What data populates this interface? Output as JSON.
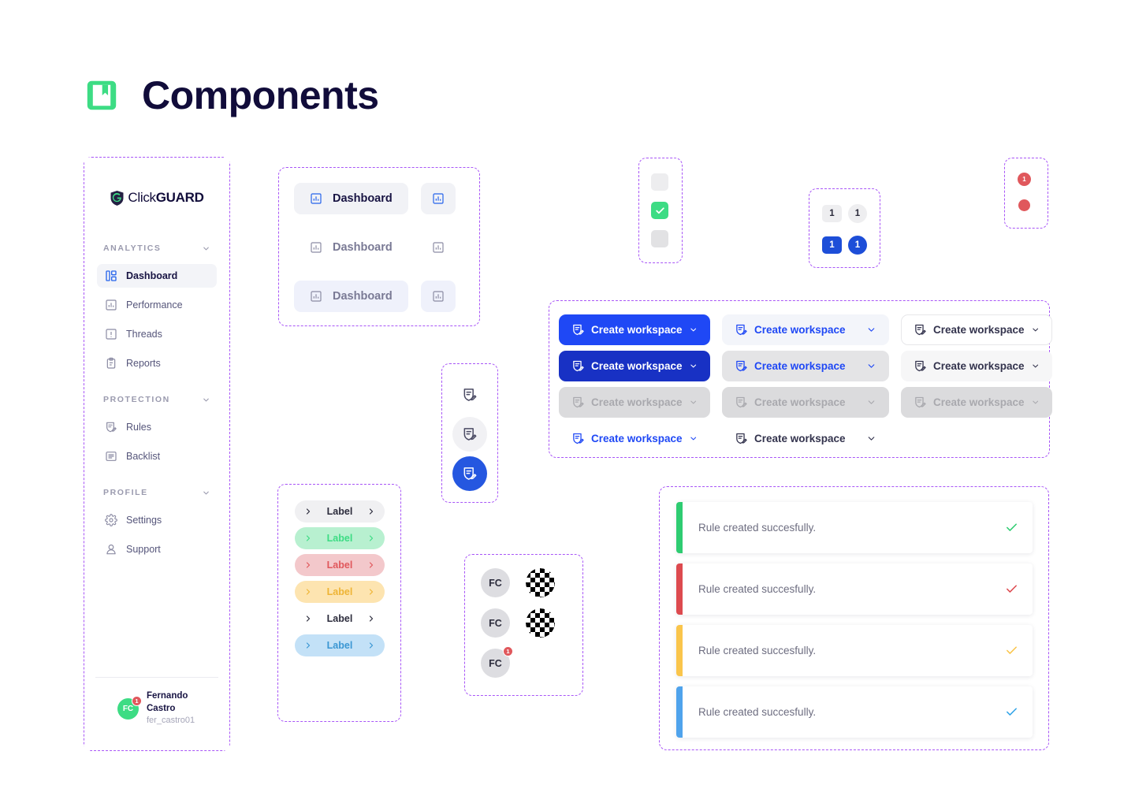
{
  "header": {
    "title": "Components",
    "icon": "book-icon",
    "icon_color": "#3ddc84"
  },
  "sidebar": {
    "brand": {
      "light": "Click",
      "bold": "GUARD",
      "icon": "shield-g-icon"
    },
    "sections": [
      {
        "label": "ANALYTICS",
        "items": [
          {
            "label": "Dashboard",
            "icon": "dashboard-icon",
            "active": true
          },
          {
            "label": "Performance",
            "icon": "bar-chart-icon",
            "active": false
          },
          {
            "label": "Threads",
            "icon": "alert-box-icon",
            "active": false
          },
          {
            "label": "Reports",
            "icon": "clipboard-icon",
            "active": false
          }
        ]
      },
      {
        "label": "PROTECTION",
        "items": [
          {
            "label": "Rules",
            "icon": "rule-edit-icon",
            "active": false
          },
          {
            "label": "Backlist",
            "icon": "list-box-icon",
            "active": false
          }
        ]
      },
      {
        "label": "PROFILE",
        "items": [
          {
            "label": "Settings",
            "icon": "gear-icon",
            "active": false
          },
          {
            "label": "Support",
            "icon": "lifebuoy-icon",
            "active": false
          }
        ]
      }
    ],
    "profile": {
      "initials": "FC",
      "name": "Fernando Castro",
      "handle": "fer_castro01",
      "badge_count": "1",
      "avatar_color": "#3ddc84",
      "badge_color": "#e0585c"
    }
  },
  "dashboard_buttons": {
    "icon": "bar-chart-icon",
    "rows": [
      {
        "label": "Dashboard",
        "style": "filled",
        "state": "primary"
      },
      {
        "label": "Dashboard",
        "style": "plain",
        "state": "muted"
      },
      {
        "label": "Dashboard",
        "style": "tinted",
        "state": "muted"
      }
    ]
  },
  "checkboxes": [
    {
      "checked": false,
      "color": "#ededef"
    },
    {
      "checked": true,
      "color": "#3ddc84"
    },
    {
      "checked": false,
      "color": "#e2e2e4"
    }
  ],
  "badges": [
    {
      "value": "1",
      "shape": "square",
      "tone": "grey"
    },
    {
      "value": "1",
      "shape": "circle",
      "tone": "grey"
    },
    {
      "value": "1",
      "shape": "square",
      "tone": "blue"
    },
    {
      "value": "1",
      "shape": "circle",
      "tone": "blue"
    }
  ],
  "notification_dots": [
    {
      "value": "1",
      "size": 17,
      "color": "#e0585c"
    },
    {
      "value": "",
      "size": 15,
      "color": "#e0585c"
    }
  ],
  "fabs": [
    {
      "icon": "rule-edit-icon",
      "style": "plain"
    },
    {
      "icon": "rule-edit-icon",
      "style": "grey"
    },
    {
      "icon": "rule-edit-icon",
      "style": "blue"
    }
  ],
  "workspace_buttons": {
    "label": "Create workspace",
    "icon": "rule-edit-icon",
    "chevron": "chevron-down-icon",
    "variants": [
      "ws-primary",
      "ws-ghost-blue",
      "ws-outline",
      "ws-primary-dark",
      "ws-ghost-blue-2",
      "ws-subtle",
      "ws-disabled",
      "ws-disabled",
      "ws-disabled",
      "ws-link-blue",
      "ws-link-dark"
    ]
  },
  "label_chips": [
    {
      "label": "Label",
      "tone": "grey"
    },
    {
      "label": "Label",
      "tone": "green"
    },
    {
      "label": "Label",
      "tone": "red"
    },
    {
      "label": "Label",
      "tone": "amber"
    },
    {
      "label": "Label",
      "tone": "plain"
    },
    {
      "label": "Label",
      "tone": "blue"
    }
  ],
  "avatars": [
    {
      "initials": "FC",
      "badge": "",
      "has_image": true
    },
    {
      "initials": "FC",
      "badge": "",
      "has_image": true
    },
    {
      "initials": "FC",
      "badge": "1",
      "has_image": false
    }
  ],
  "toasts": [
    {
      "message": "Rule created succesfully.",
      "color": "#2ecc71",
      "check_color": "#2ecc71"
    },
    {
      "message": "Rule created succesfully.",
      "color": "#dd4a4f",
      "check_color": "#dd4a4f"
    },
    {
      "message": "Rule created succesfully.",
      "color": "#fac54b",
      "check_color": "#fac54b"
    },
    {
      "message": "Rule created succesfully.",
      "color": "#4fa3ec",
      "check_color": "#32a4e8"
    }
  ]
}
